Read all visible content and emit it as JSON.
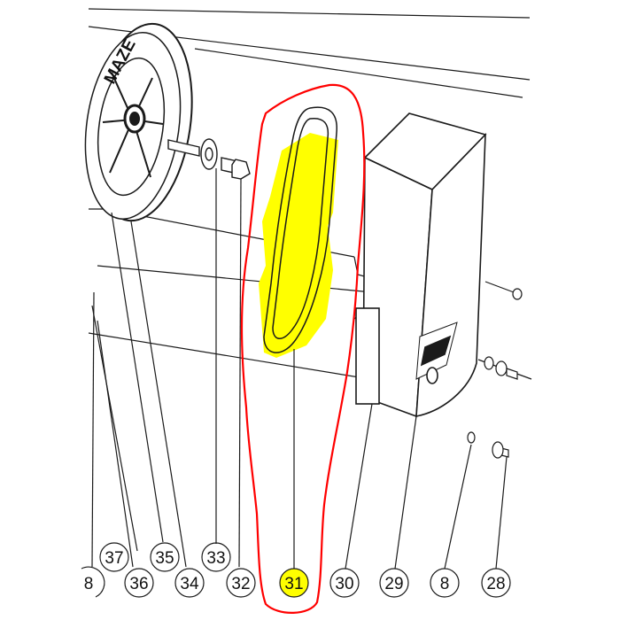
{
  "diagram": {
    "wheel_brand": "MAZE",
    "callouts": [
      {
        "id": "c37",
        "label": "37"
      },
      {
        "id": "c36",
        "label": "36"
      },
      {
        "id": "c35",
        "label": "35"
      },
      {
        "id": "c34",
        "label": "34"
      },
      {
        "id": "c33",
        "label": "33"
      },
      {
        "id": "c32",
        "label": "32"
      },
      {
        "id": "c31",
        "label": "31"
      },
      {
        "id": "c30",
        "label": "30"
      },
      {
        "id": "c29",
        "label": "29"
      },
      {
        "id": "c8a",
        "label": "8"
      },
      {
        "id": "c8b",
        "label": "8"
      },
      {
        "id": "c28",
        "label": "28"
      }
    ],
    "highlighted_part": "31",
    "colors": {
      "line": "#1a1a1a",
      "highlight": "#ffff00",
      "annotation": "#ff0000",
      "background": "#ffffff"
    }
  }
}
